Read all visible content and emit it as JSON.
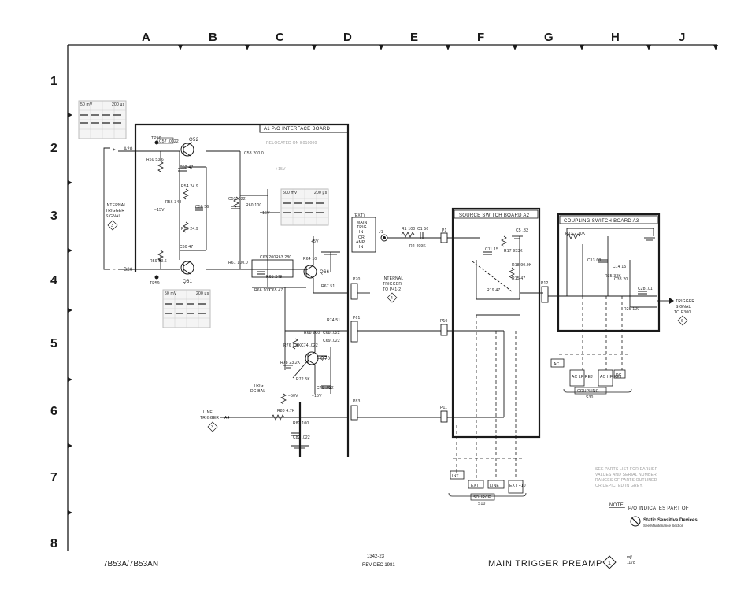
{
  "grid": {
    "columns": [
      "A",
      "B",
      "C",
      "D",
      "E",
      "F",
      "G",
      "H",
      "J"
    ],
    "rows": [
      "1",
      "2",
      "3",
      "4",
      "5",
      "6",
      "7",
      "8"
    ]
  },
  "boards": {
    "interface": "A1 P/O INTERFACE BOARD",
    "source_switch": "SOURCE SWITCH BOARD A2",
    "coupling_switch": "COUPLING SWITCH BOARD A3",
    "relocated_note": "RELOCATED ON B010000"
  },
  "signals": {
    "internal_trigger_in": [
      "INTERNAL",
      "TRIGGER",
      "SIGNAL"
    ],
    "internal_trigger_ref": "3",
    "line_trigger": [
      "LINE",
      "TRIGGER"
    ],
    "line_trigger_ref": "3",
    "internal_trigger_out": [
      "INTERNAL",
      "TRIGGER",
      "TO P41-2"
    ],
    "internal_trigger_out_ref": "4",
    "ext_block": [
      "(EXT)",
      "MAIN",
      "TRIG",
      "IN",
      "OR",
      "AMP",
      "IN"
    ],
    "trigger_out": [
      "TRIGGER",
      "SIGNAL",
      "TO P300"
    ],
    "trigger_out_ref": "6",
    "trig_dc_bal": [
      "TRIG",
      "DC BAL"
    ]
  },
  "pins": {
    "a20": "A20",
    "b20": "B20",
    "a4": "A4",
    "tp50": "TP50",
    "tp59": "TP59",
    "plus": "+",
    "minus": "−",
    "j1": "J1",
    "p70": "P70",
    "p61": "P61",
    "p83": "P83",
    "p1": "P1",
    "p10": "P10",
    "p11": "P11",
    "p12": "P12"
  },
  "transistors": {
    "q52": "Q52",
    "q61": "Q61",
    "q66": "Q66",
    "q70": "Q70"
  },
  "components": [
    "R50 53.6",
    "C57 .0022",
    "C52 47",
    "R54 24.9",
    "R56 348",
    "C56 56",
    "R58 24.9",
    "C60 47",
    "R59 53.6",
    "C53 200.0",
    "C53 .022",
    "R60 100",
    "R61 100.0",
    "C63 200",
    "R63 280",
    "R65 249",
    "R66 100",
    "C65 47",
    "R64 10",
    "R67 51",
    "R74 51",
    "R68 200",
    "C68 .022",
    "C69 .022",
    "R76 1.1K",
    "C74 .022",
    "R78 23.2K",
    "R72 5K",
    "C70 .022",
    "R80 4.7K",
    "R82 100",
    "C82 .022",
    "R1 100",
    "C1 56",
    "R2 499K",
    "C5 .33",
    "C11 15",
    "R17 953K",
    "R18 90.9K",
    "R19 47",
    "R15 47",
    "R13 2.10K",
    "C13 68",
    "C14 15",
    "R35 33K",
    "C38 20",
    "C28 .01",
    "R25 100"
  ],
  "supplies": {
    "neg15": "−15V",
    "pos15": "+15V",
    "pos5": "+5V",
    "neg50": "−50V"
  },
  "source_switch": {
    "buttons": [
      "INT",
      "EXT",
      "LINE",
      "EXT ÷10"
    ],
    "group_label": "SOURCE",
    "group_ref": "S10"
  },
  "coupling_switch": {
    "buttons": [
      "AC",
      "AC LF REJ",
      "AC HF REJ",
      "DC"
    ],
    "group_label": "COUPLING",
    "group_ref": "S30"
  },
  "scope_traces": {
    "trace1": {
      "volts": "50 mV",
      "time": "200 μs"
    },
    "trace2": {
      "volts": "500 mV",
      "time": "200 μs"
    },
    "trace3": {
      "volts": "50 mV",
      "time": "200 μs"
    }
  },
  "notes": {
    "parts_list": [
      "SEE PARTS LIST FOR EARLIER",
      "VALUES AND SERIAL NUMBER",
      "RANGES OF PARTS OUTLINED",
      "OR DEPICTED IN GREY."
    ],
    "note_label": "NOTE:",
    "note_text": "P/O INDICATES PART OF",
    "static_title": "Static Sensitive Devices",
    "static_sub": "See Maintenance Section"
  },
  "footer": {
    "model": "7B53A/7B53AN",
    "part_no": "1342-23",
    "rev": "REV DEC 1981",
    "title": "MAIN TRIGGER PREAMP",
    "title_ref": "1",
    "initials": "mjf",
    "initials_date": "1178"
  }
}
